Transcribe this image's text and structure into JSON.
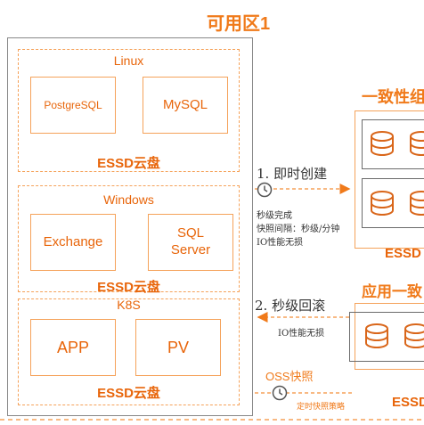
{
  "zone_title": "可用区1",
  "systems": [
    {
      "name": "Linux",
      "items": [
        "PostgreSQL",
        "MySQL"
      ],
      "storage": "ESSD云盘"
    },
    {
      "name": "Windows",
      "items": [
        "Exchange",
        "SQL Server"
      ],
      "storage": "ESSD云盘"
    },
    {
      "name": "K8S",
      "items": [
        "APP",
        "PV"
      ],
      "storage": "ESSD云盘"
    }
  ],
  "consistency_group_title": "一致性组",
  "app_consistency_group_title": "应用一致",
  "right_storage_label": "ESSD",
  "step1": {
    "label": "1. 即时创建",
    "notes": [
      "秒级完成",
      "快照间隔：秒级/分钟",
      "IO性能无损"
    ]
  },
  "step2": {
    "label": "2. 秒级回滚",
    "notes": [
      "IO性能无损"
    ]
  },
  "oss": {
    "label": "OSS快照",
    "policy": "定时快照策略"
  },
  "colors": {
    "accent": "#f07a1a",
    "border": "#f5a25a",
    "disk": "#d9661a"
  }
}
